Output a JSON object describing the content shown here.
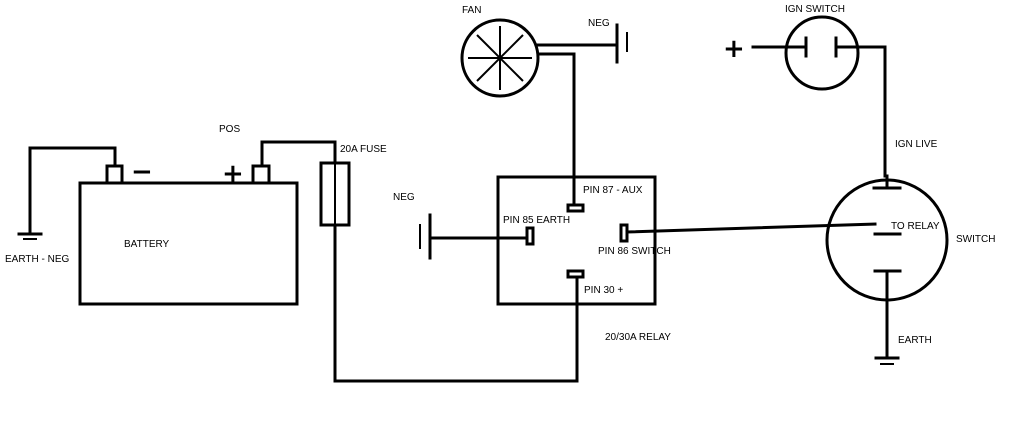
{
  "labels": {
    "fan": "FAN",
    "fan_neg": "NEG",
    "ign_switch": "IGN SWITCH",
    "pos": "POS",
    "fuse": "20A FUSE",
    "ign_live": "IGN LIVE",
    "relay_neg": "NEG",
    "pin87": "PIN 87 - AUX",
    "pin85": "PIN 85 EARTH",
    "pin86": "PIN 86 SWITCH",
    "pin30": "PIN 30 +",
    "to_relay": "TO RELAY",
    "switch": "SWITCH",
    "earth_neg": "EARTH - NEG",
    "battery": "BATTERY",
    "relay": "20/30A RELAY",
    "earth": "EARTH",
    "battery_minus": "−",
    "battery_plus": "+",
    "ign_plus": "+"
  }
}
